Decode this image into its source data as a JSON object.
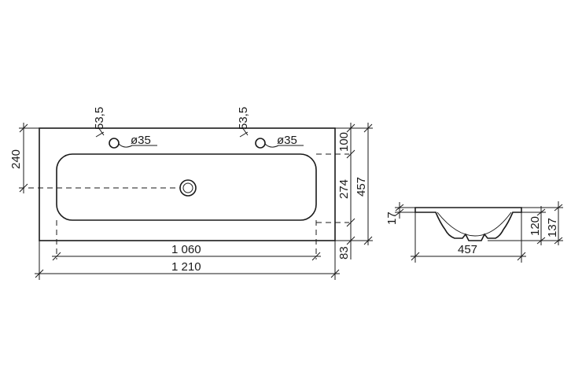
{
  "top_view": {
    "hole_offset_left": "53,5",
    "hole_offset_right": "53,5",
    "hole_diameter_left": "ø35",
    "hole_diameter_right": "ø35",
    "height_to_drain": "240",
    "tap_to_basin": "100",
    "basin_depth": "274",
    "total_depth": "457",
    "front_margin": "83",
    "basin_width": "1 060",
    "total_width": "1 210"
  },
  "section_view": {
    "rim_thickness": "17",
    "bowl_depth": "120",
    "total_height": "137",
    "total_depth": "457"
  }
}
